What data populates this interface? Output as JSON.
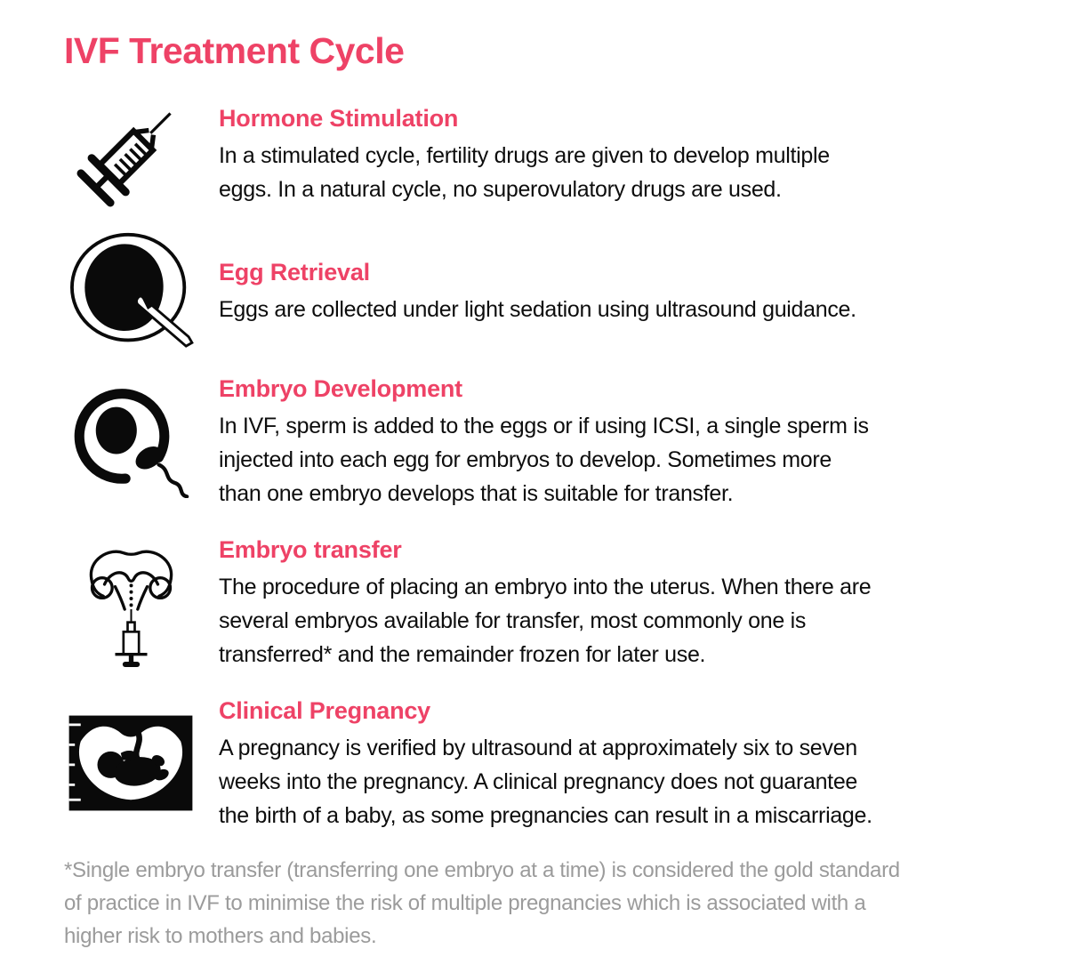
{
  "page": {
    "title": "IVF Treatment Cycle",
    "colors": {
      "accent": "#EE4266",
      "body_text": "#0D0D0D",
      "footnote_text": "#9B9B9B",
      "background": "#FFFFFF",
      "icon": "#0A0A0A"
    }
  },
  "sections": [
    {
      "icon": "syringe-icon",
      "heading": "Hormone Stimulation",
      "body": "In a stimulated cycle, fertility drugs are given to develop multiple\neggs. In a natural cycle, no superovulatory drugs are used."
    },
    {
      "icon": "egg-retrieval-icon",
      "heading": "Egg Retrieval",
      "body": "Eggs are collected under light sedation using ultrasound guidance."
    },
    {
      "icon": "embryo-development-icon",
      "heading": "Embryo Development",
      "body": "In IVF, sperm is added to the eggs or if using ICSI, a single sperm is\ninjected into each egg for embryos to develop. Sometimes more\nthan one embryo develops that is suitable for transfer."
    },
    {
      "icon": "embryo-transfer-icon",
      "heading": "Embryo transfer",
      "body": "The procedure of placing an embryo into the uterus. When there are\nseveral embryos available for transfer, most commonly one is\ntransferred* and the remainder frozen for later use."
    },
    {
      "icon": "ultrasound-pregnancy-icon",
      "heading": "Clinical Pregnancy",
      "body": "A pregnancy is verified by ultrasound at approximately six to seven\nweeks into the pregnancy. A clinical pregnancy does not guarantee\nthe birth of a baby, as some pregnancies can result in a miscarriage."
    }
  ],
  "footnote": "*Single embryo transfer (transferring one embryo at a time) is considered the gold standard\nof practice in IVF to minimise the risk of multiple pregnancies which is associated with a\nhigher risk to mothers and babies."
}
